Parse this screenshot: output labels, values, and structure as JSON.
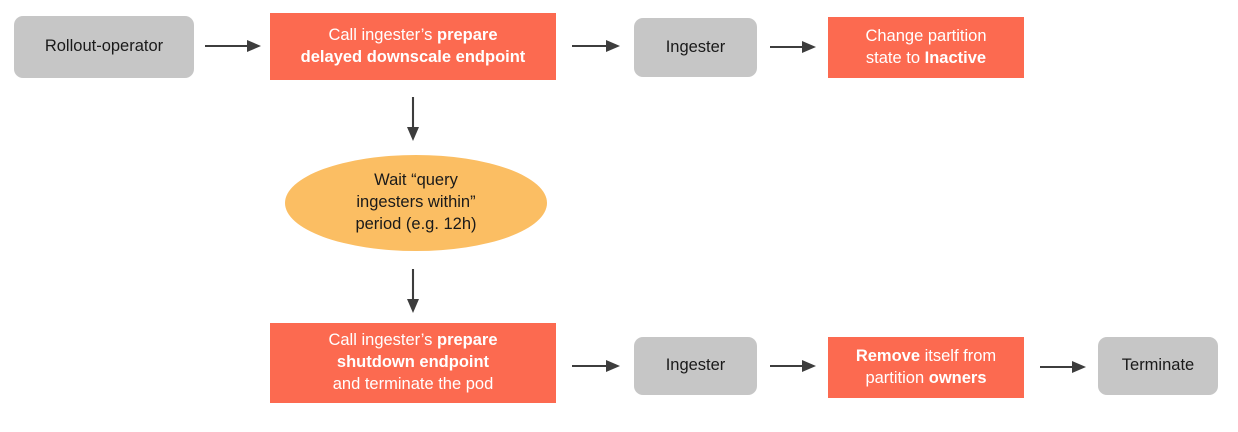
{
  "diagram": {
    "title": "Ingester delayed downscale and shutdown flow",
    "colors": {
      "actor": "#c6c6c6",
      "action": "#fc6a50",
      "wait": "#fbbe63",
      "arrow": "#3d3d3d",
      "background": "#ffffff",
      "action_text": "#ffffff",
      "actor_text": "#1a1a1a"
    },
    "nodes": {
      "rollout_operator": {
        "label": "Rollout-operator",
        "shape": "rounded-rect",
        "color": "#c6c6c6"
      },
      "prepare_delayed_downscale": {
        "line1_plain": "Call ingester’s ",
        "line1_bold": "prepare",
        "line2_bold": "delayed downscale endpoint",
        "shape": "rect",
        "color": "#fc6a50"
      },
      "ingester_top": {
        "label": "Ingester",
        "shape": "rounded-rect",
        "color": "#c6c6c6"
      },
      "change_partition_state": {
        "line1_plain": "Change partition",
        "line2_plain": "state to ",
        "line2_bold": "Inactive",
        "shape": "rect",
        "color": "#fc6a50"
      },
      "wait_period": {
        "line1": "Wait “query",
        "line2": "ingesters within”",
        "line3": "period (e.g. 12h)",
        "shape": "ellipse",
        "color": "#fbbe63"
      },
      "prepare_shutdown": {
        "line1_plain": "Call ingester’s ",
        "line1_bold": "prepare",
        "line2_bold": "shutdown endpoint",
        "line3_plain": "and terminate the pod",
        "shape": "rect",
        "color": "#fc6a50"
      },
      "ingester_bottom": {
        "label": "Ingester",
        "shape": "rounded-rect",
        "color": "#c6c6c6"
      },
      "remove_from_owners": {
        "line1_bold": "Remove",
        "line1_plain": " itself from",
        "line2_plain": "partition ",
        "line2_bold": "owners",
        "shape": "rect",
        "color": "#fc6a50"
      },
      "terminate": {
        "label": "Terminate",
        "shape": "rounded-rect",
        "color": "#c6c6c6"
      }
    },
    "edges": [
      {
        "name": "rollout-operator-to-prepare-delayed-downscale",
        "direction": "right"
      },
      {
        "name": "prepare-delayed-downscale-to-ingester-top",
        "direction": "right"
      },
      {
        "name": "ingester-top-to-change-partition-state",
        "direction": "right"
      },
      {
        "name": "prepare-delayed-downscale-to-wait-period",
        "direction": "down"
      },
      {
        "name": "wait-period-to-prepare-shutdown",
        "direction": "down"
      },
      {
        "name": "prepare-shutdown-to-ingester-bottom",
        "direction": "right"
      },
      {
        "name": "ingester-bottom-to-remove-from-owners",
        "direction": "right"
      },
      {
        "name": "remove-from-owners-to-terminate",
        "direction": "right"
      }
    ]
  }
}
